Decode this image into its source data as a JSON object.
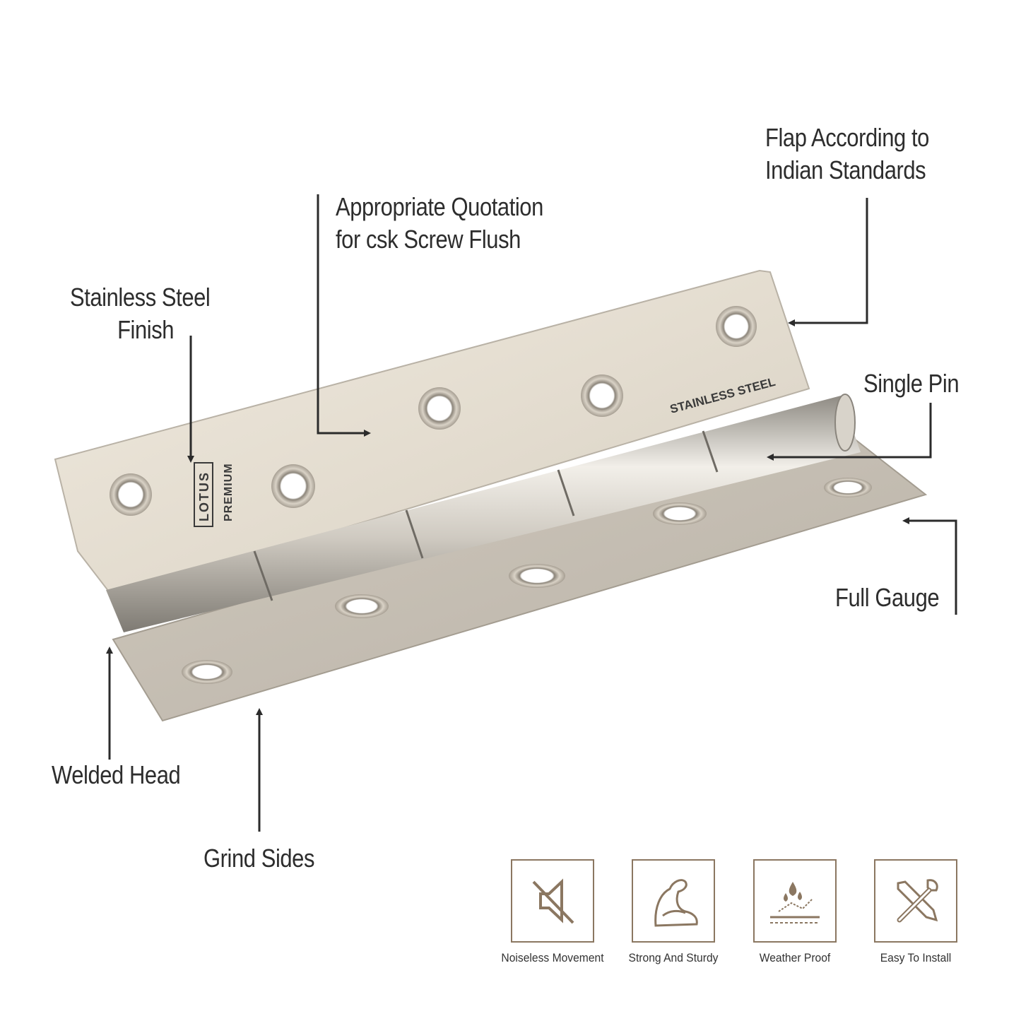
{
  "callouts": {
    "flap": {
      "line1": "Flap According to",
      "line2": "Indian Standards"
    },
    "quotation": {
      "line1": "Appropriate Quotation",
      "line2": "for csk Screw Flush"
    },
    "finish": {
      "line1": "Stainless Steel",
      "line2": "Finish"
    },
    "single_pin": "Single Pin",
    "full_gauge": "Full Gauge",
    "welded_head": "Welded Head",
    "grind_sides": "Grind Sides"
  },
  "product": {
    "stamp": "STAINLESS STEEL",
    "brand_logo": "LOTUS",
    "brand_tier": "PREMIUM"
  },
  "features": [
    {
      "label": "Noiseless Movement",
      "icon": "mute-speaker-icon"
    },
    {
      "label": "Strong And Sturdy",
      "icon": "flexed-arm-icon"
    },
    {
      "label": "Weather Proof",
      "icon": "water-drops-icon"
    },
    {
      "label": "Easy To Install",
      "icon": "wrench-screwdriver-icon"
    }
  ],
  "colors": {
    "text": "#2d2d2d",
    "arrow": "#2b2b2b",
    "icon_accent": "#8b7761",
    "steel_light": "#e9e3d8",
    "steel_dark": "#b9b2a6"
  }
}
